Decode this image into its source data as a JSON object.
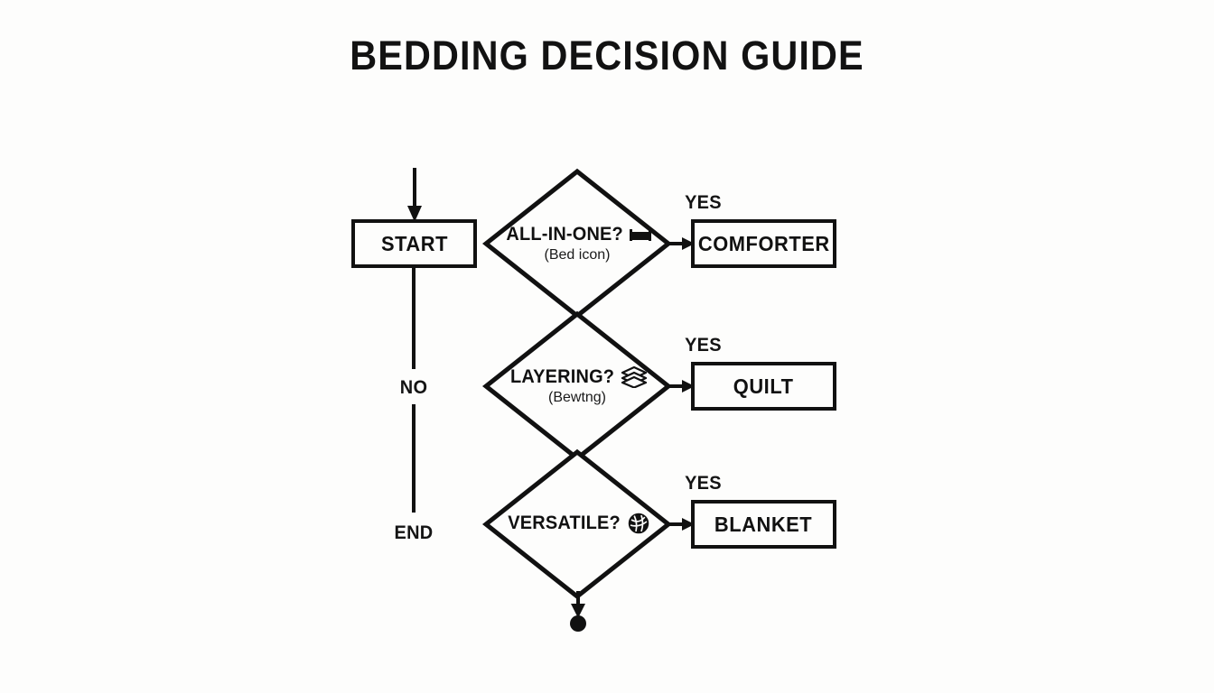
{
  "page": {
    "title": "BEDDING DECISION GUIDE",
    "background_color": "#fdfdfc",
    "stroke_color": "#111111"
  },
  "chart_data": {
    "type": "diagram",
    "diagram_type": "flowchart",
    "title": "BEDDING DECISION GUIDE",
    "orientation": "left-to-right decisions with vertical no-branch",
    "nodes": [
      {
        "id": "start",
        "shape": "rectangle",
        "label": "START"
      },
      {
        "id": "q1",
        "shape": "diamond",
        "label": "ALL-IN-ONE?",
        "sublabel": "(Bed icon)",
        "icon": "bed-icon"
      },
      {
        "id": "comforter",
        "shape": "rectangle",
        "label": "COMFORTER"
      },
      {
        "id": "q2",
        "shape": "diamond",
        "label": "LAYERING?",
        "sublabel": "(Bewtng)",
        "icon": "layers-icon"
      },
      {
        "id": "quilt",
        "shape": "rectangle",
        "label": "QUILT"
      },
      {
        "id": "q3",
        "shape": "diamond",
        "label": "VERSATILE?",
        "sublabel": "",
        "icon": "yarn-ball-icon"
      },
      {
        "id": "blanket",
        "shape": "rectangle",
        "label": "BLANKET"
      },
      {
        "id": "end_dot",
        "shape": "filled-circle",
        "label": ""
      }
    ],
    "edges": [
      {
        "from": "entry",
        "to": "start",
        "label": "",
        "direction": "down"
      },
      {
        "from": "q1",
        "to": "comforter",
        "label": "YES",
        "direction": "right"
      },
      {
        "from": "q2",
        "to": "quilt",
        "label": "YES",
        "direction": "right"
      },
      {
        "from": "q3",
        "to": "blanket",
        "label": "YES",
        "direction": "right"
      },
      {
        "from": "start",
        "to": "end_label",
        "label": "NO",
        "direction": "down"
      },
      {
        "from": "q3",
        "to": "end_dot",
        "label": "",
        "direction": "down"
      }
    ],
    "standalone_labels": [
      "NO",
      "END"
    ]
  },
  "flow": {
    "start_box": {
      "label": "START"
    },
    "decisions": [
      {
        "label": "ALL-IN-ONE?",
        "sublabel": "(Bed icon)",
        "icon_name": "bed-icon",
        "yes_label": "YES",
        "outcome": "COMFORTER"
      },
      {
        "label": "LAYERING?",
        "sublabel": "(Bewtng)",
        "icon_name": "layers-icon",
        "yes_label": "YES",
        "outcome": "QUILT"
      },
      {
        "label": "VERSATILE?",
        "sublabel": "",
        "icon_name": "yarn-ball-icon",
        "yes_label": "YES",
        "outcome": "BLANKET"
      }
    ],
    "outcomes": [
      {
        "label": "COMFORTER"
      },
      {
        "label": "QUILT"
      },
      {
        "label": "BLANKET"
      }
    ],
    "no_branch_label": "NO",
    "end_label": "END"
  }
}
